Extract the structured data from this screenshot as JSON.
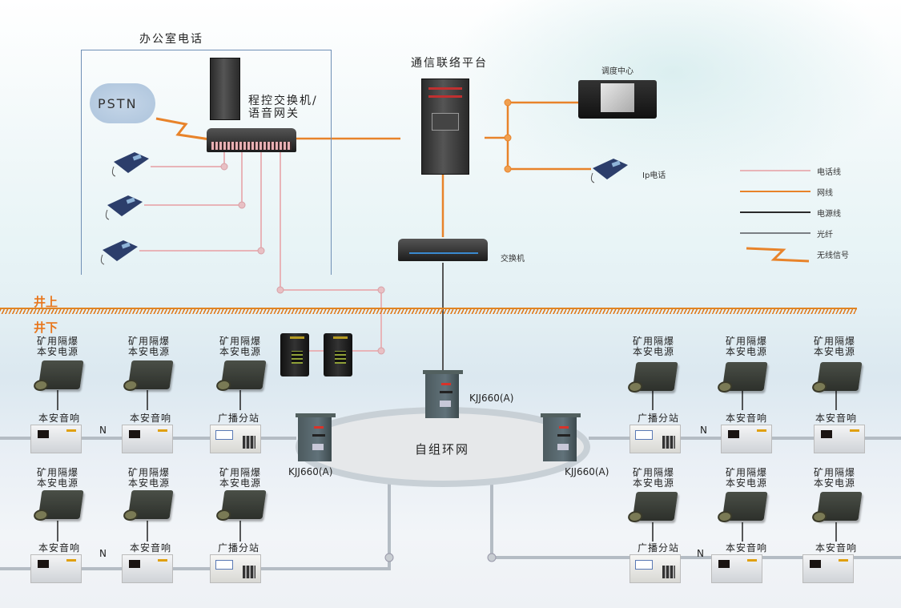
{
  "title_office": "办公室电话",
  "platform_title": "通信联络平台",
  "pbx_label_line1": "程控交换机/",
  "pbx_label_line2": "语音网关",
  "pstn": "PSTN",
  "dispatch_center": "调度中心",
  "ip_phone": "Ip电话",
  "switch": "交换机",
  "above_ground": "井上",
  "below_ground": "井下",
  "ring": "自组环网",
  "kjj": [
    "KJJ660(A)",
    "KJJ660(A)",
    "KJJ660(A)"
  ],
  "legend": [
    {
      "label": "电话线",
      "color": "#e8b4b8"
    },
    {
      "label": "网线",
      "color": "#e8832a"
    },
    {
      "label": "电源线",
      "color": "#2a2a2a"
    },
    {
      "label": "光纤",
      "color": "#7a7f84"
    },
    {
      "label": "无线信号",
      "color": "#e8832a"
    }
  ],
  "psu_label_l1": "矿用隔爆",
  "psu_label_l2": "本安电源",
  "left_top": {
    "units": [
      "本安音响",
      "本安音响",
      "广播分站"
    ],
    "n": "N"
  },
  "left_bottom": {
    "units": [
      "本安音响",
      "本安音响",
      "广播分站"
    ],
    "n": "N"
  },
  "right_top": {
    "units": [
      "广播分站",
      "本安音响",
      "本安音响"
    ],
    "n": "N"
  },
  "right_bottom": {
    "units": [
      "广播分站",
      "本安音响",
      "本安音响"
    ],
    "n": "N"
  }
}
